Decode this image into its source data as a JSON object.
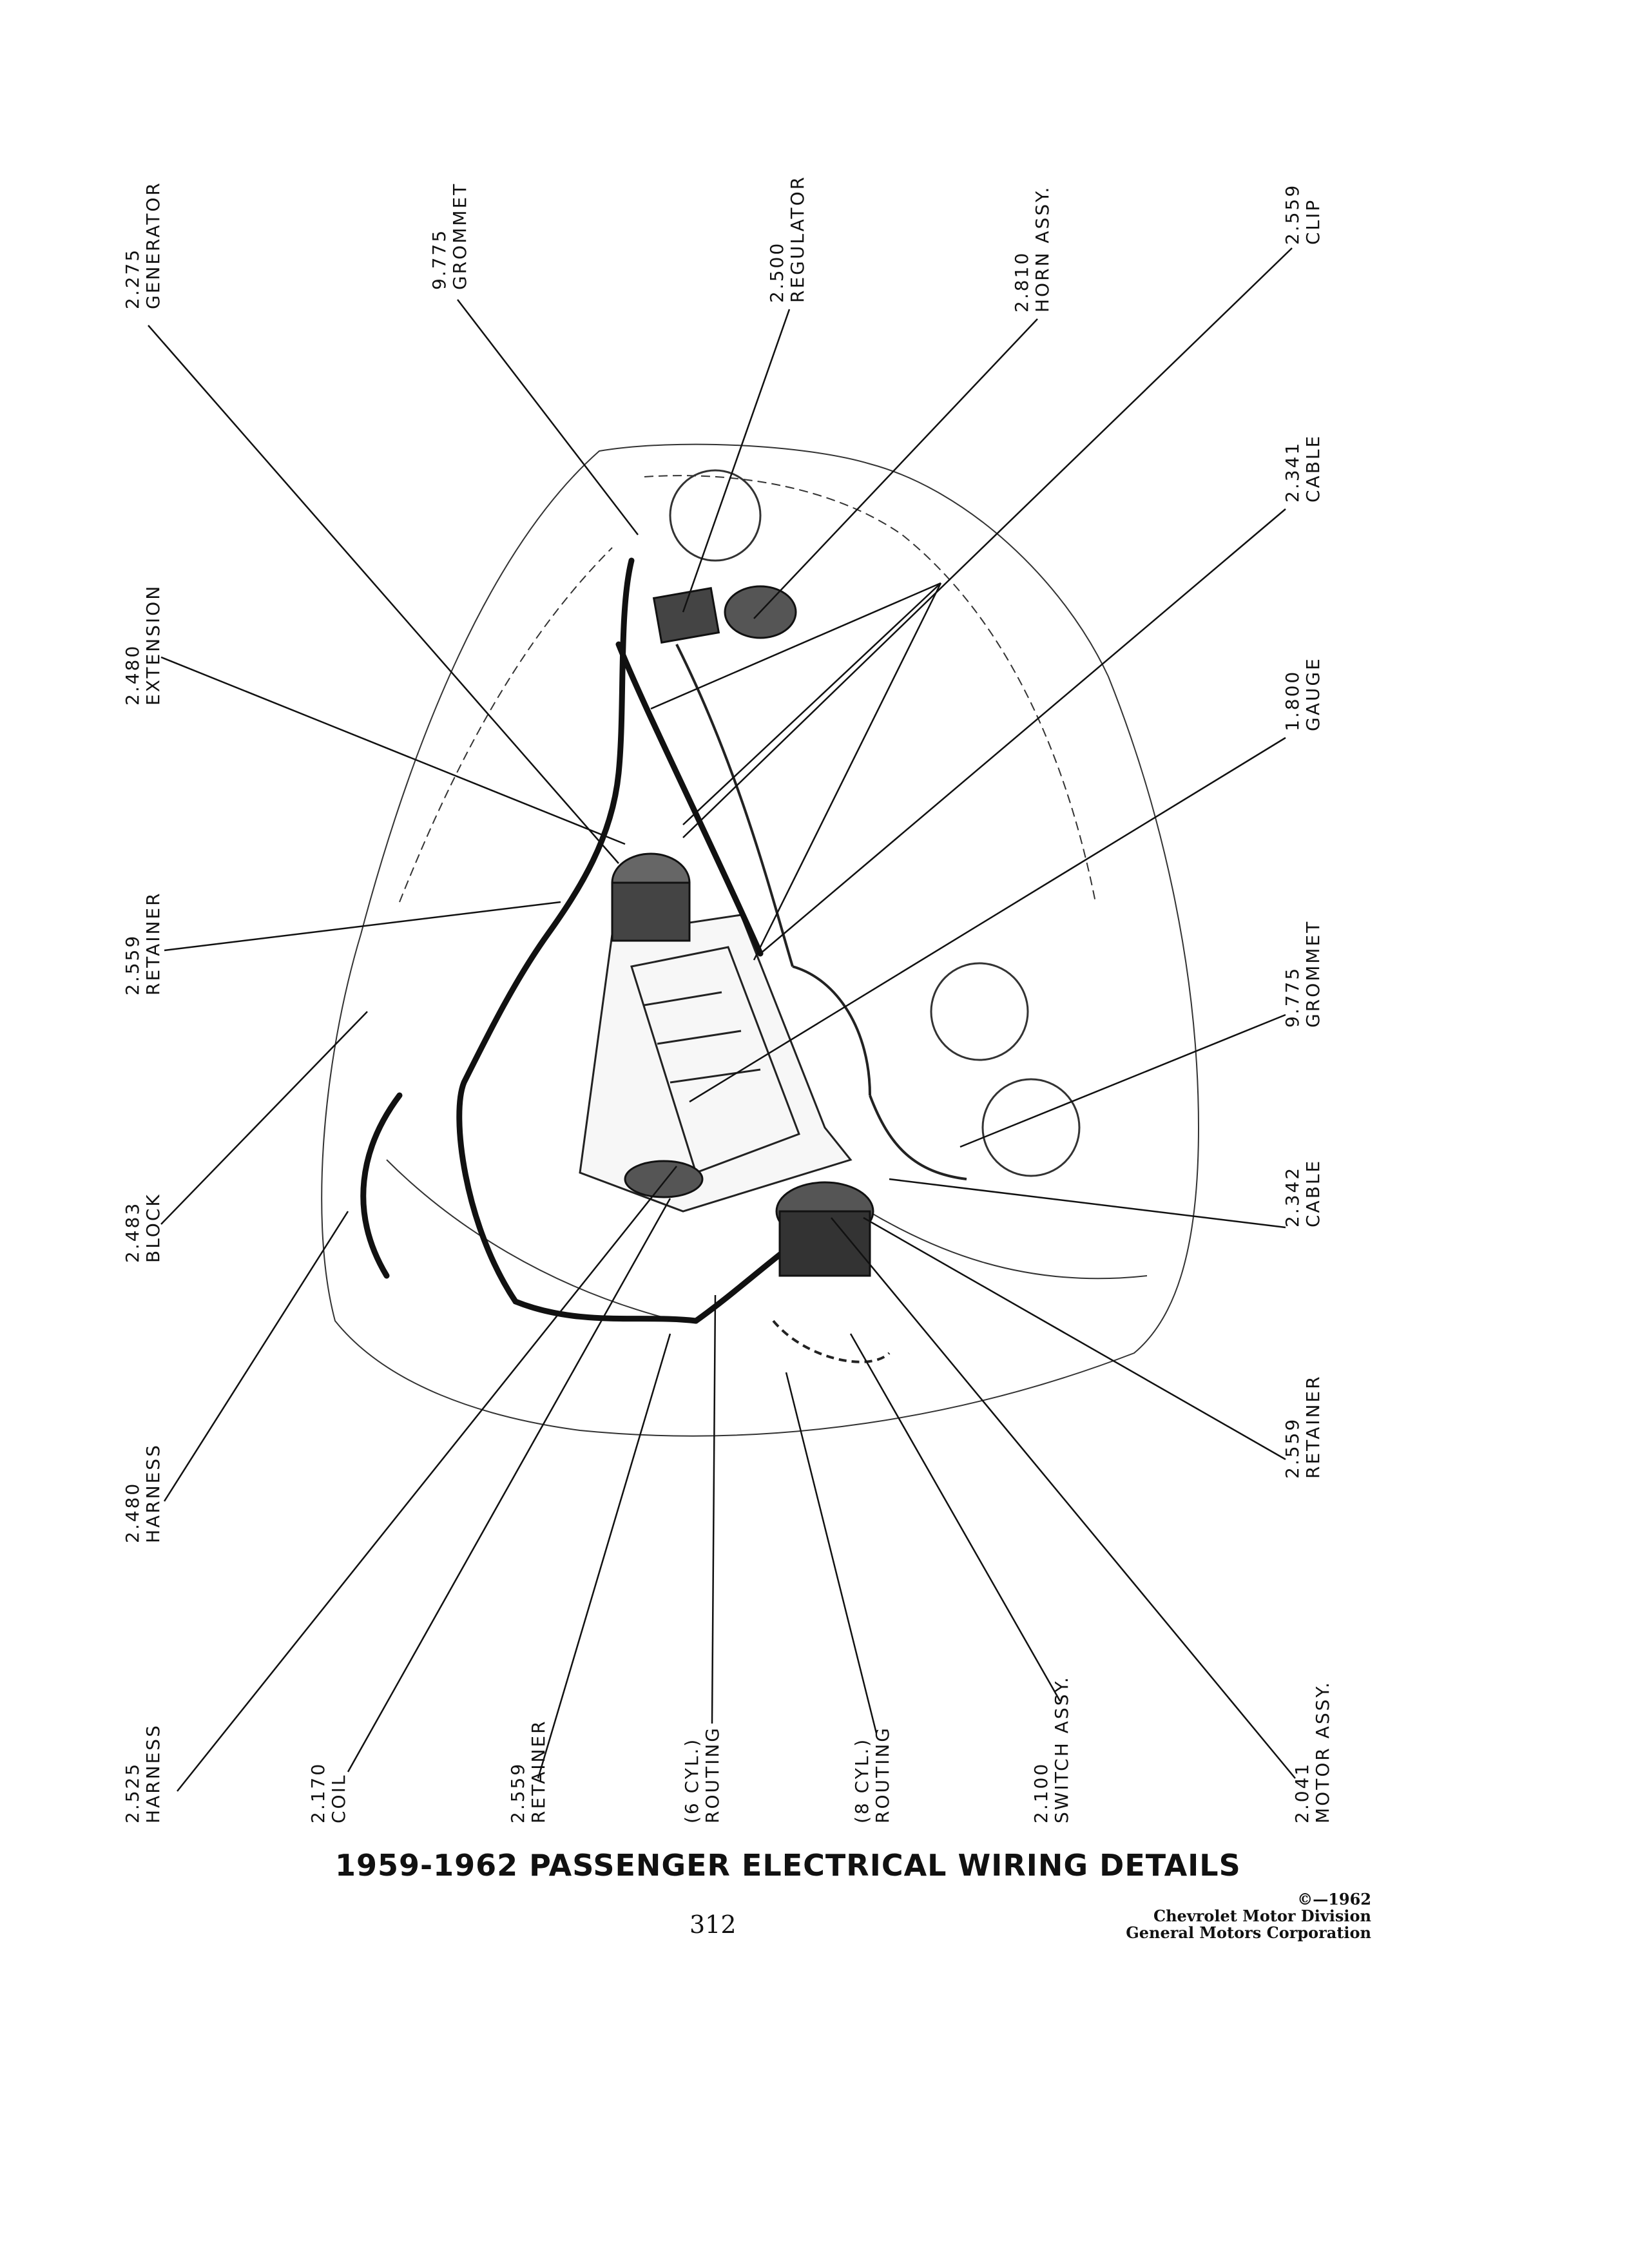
{
  "title": "1959-1962 PASSENGER ELECTRICAL WIRING DETAILS",
  "page_number": "312",
  "copyright": {
    "line1": "©—1962",
    "line2": "Chevrolet Motor Division",
    "line3": "General Motors Corporation"
  },
  "callouts": {
    "generator": {
      "num": "2.275",
      "name": "GENERATOR"
    },
    "grommet_top": {
      "num": "9.775",
      "name": "GROMMET"
    },
    "regulator": {
      "num": "2.500",
      "name": "REGULATOR"
    },
    "horn": {
      "num": "2.810",
      "name": "HORN ASSY."
    },
    "clip": {
      "num": "2.559",
      "name": "CLIP"
    },
    "cable_2341": {
      "num": "2.341",
      "name": "CABLE"
    },
    "extension": {
      "num": "2.480",
      "name": "EXTENSION"
    },
    "gauge": {
      "num": "1.800",
      "name": "GAUGE"
    },
    "retainer_left": {
      "num": "2.559",
      "name": "RETAINER"
    },
    "grommet_right": {
      "num": "9.775",
      "name": "GROMMET"
    },
    "block": {
      "num": "2.483",
      "name": "BLOCK"
    },
    "cable_2342": {
      "num": "2.342",
      "name": "CABLE"
    },
    "harness_2480": {
      "num": "2.480",
      "name": "HARNESS"
    },
    "retainer_right": {
      "num": "2.559",
      "name": "RETAINER"
    },
    "harness_2525": {
      "num": "2.525",
      "name": "HARNESS"
    },
    "coil": {
      "num": "2.170",
      "name": "COIL"
    },
    "retainer_bottom": {
      "num": "2.559",
      "name": "RETAINER"
    },
    "routing_6": {
      "num": "(6 CYL.)",
      "name": "ROUTING"
    },
    "routing_8": {
      "num": "(8 CYL.)",
      "name": "ROUTING"
    },
    "switch": {
      "num": "2.100",
      "name": "SWITCH ASSY."
    },
    "motor": {
      "num": "2.041",
      "name": "MOTOR ASSY."
    }
  }
}
